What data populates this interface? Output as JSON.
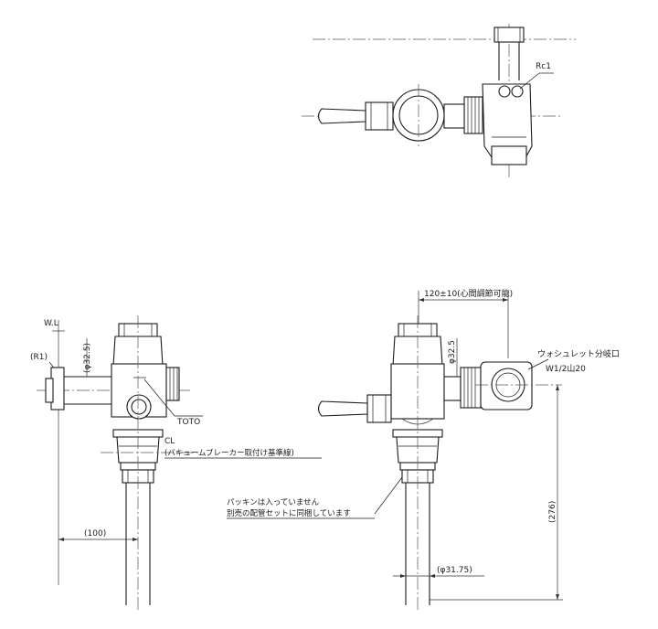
{
  "labels": {
    "rc1": "Rc1",
    "wl": "W.L",
    "r1": "(R1)",
    "phi325_left": "(φ32.5)",
    "toto": "TOTO",
    "cl_title": "CL",
    "cl_note": "(バキュームブレーカー取付け基準線)",
    "dim_100": "(100)",
    "dim_120": "120±10(心間調節可能)",
    "phi325_right": "φ32.5",
    "washlet_branch": "ウォシュレット分岐口",
    "washlet_thread": "W1/2山20",
    "dim_276": "(276)",
    "packing_line1": "パッキンは入っていません",
    "packing_line2": "別売の配管セットに同梱しています",
    "phi3175": "(φ31.75)"
  }
}
